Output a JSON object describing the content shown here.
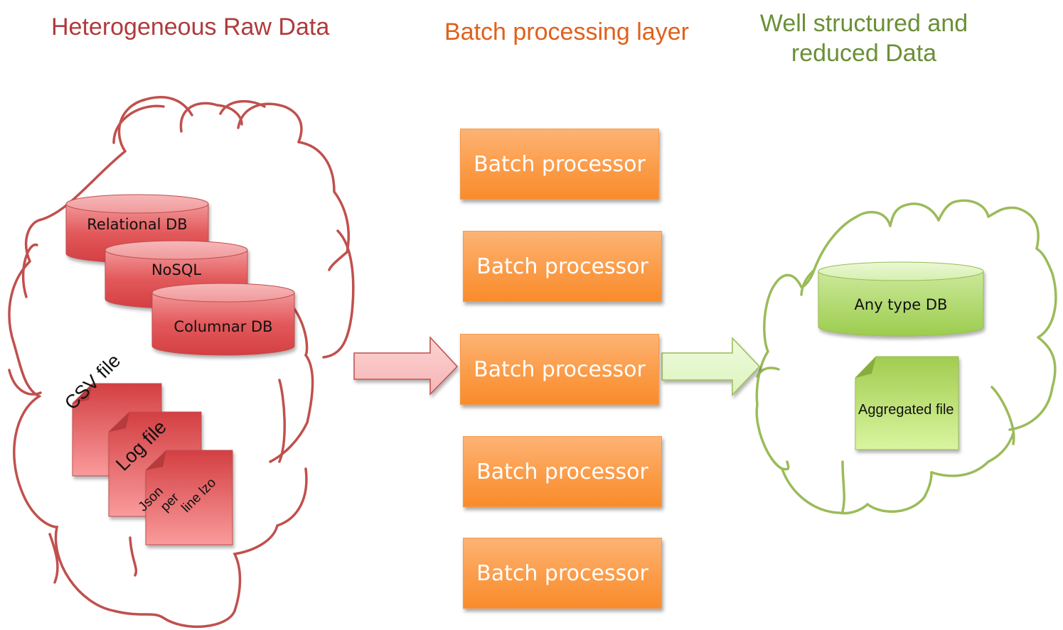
{
  "titles": {
    "raw": "Heterogeneous Raw Data",
    "batch": "Batch processing layer",
    "reduced": "Well structured and reduced Data"
  },
  "colors": {
    "raw_accent": "#b03a3c",
    "batch_accent": "#e0601b",
    "reduced_accent": "#6a8f36",
    "raw_fill": "#e05558",
    "processor_fill": "#fb9a45",
    "reduced_fill": "#a8d65a"
  },
  "raw_sources": {
    "databases": [
      {
        "label": "Relational DB",
        "icon": "database-cylinder-icon"
      },
      {
        "label": "NoSQL",
        "icon": "database-cylinder-icon"
      },
      {
        "label": "Columnar DB",
        "icon": "database-cylinder-icon"
      }
    ],
    "files": [
      {
        "label": "CSV file",
        "icon": "document-icon"
      },
      {
        "label": "Log file",
        "icon": "document-icon"
      },
      {
        "label_lines": [
          "Json",
          "per",
          "line lzo"
        ],
        "icon": "document-icon"
      }
    ]
  },
  "processors": [
    {
      "label": "Batch processor"
    },
    {
      "label": "Batch processor"
    },
    {
      "label": "Batch processor"
    },
    {
      "label": "Batch processor"
    },
    {
      "label": "Batch processor"
    }
  ],
  "reduced_outputs": {
    "database": {
      "label": "Any type DB",
      "icon": "database-cylinder-icon"
    },
    "file": {
      "label": "Aggregated file",
      "icon": "document-icon"
    }
  },
  "arrows": [
    {
      "from": "raw-data-cloud",
      "to": "batch-processor-3",
      "icon": "arrow-right-icon"
    },
    {
      "from": "batch-processor-3",
      "to": "reduced-data-cloud",
      "icon": "arrow-right-icon"
    }
  ]
}
